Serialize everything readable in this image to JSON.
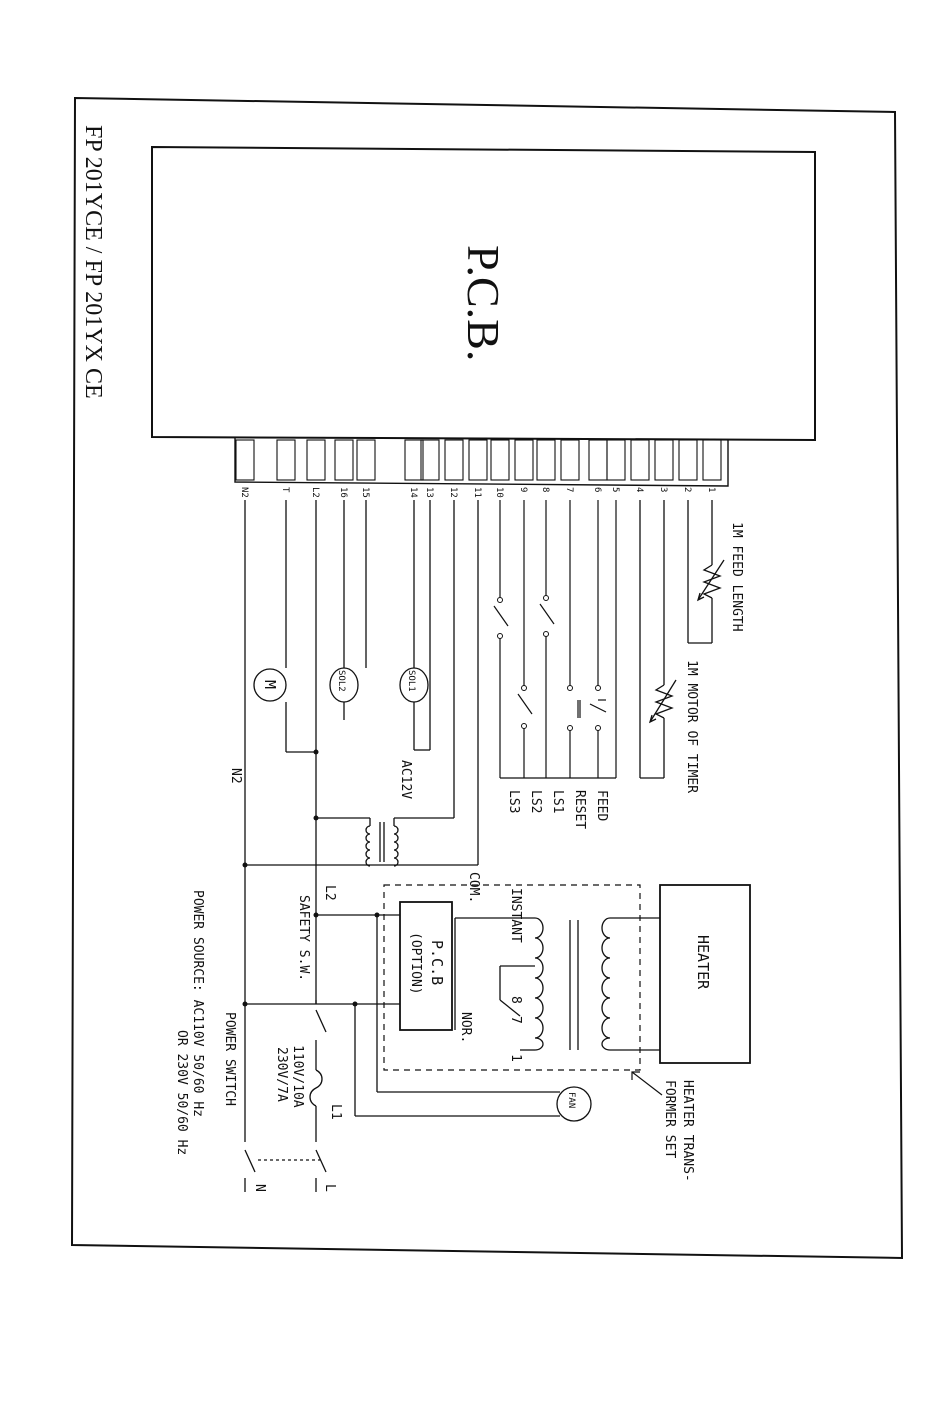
{
  "title": "FP 201YCE / FP 201YX CE",
  "pcb_label": "P.C.B.",
  "pins": [
    "1",
    "2",
    "3",
    "4",
    "5",
    "6",
    "7",
    "8",
    "9",
    "10",
    "11",
    "12",
    "13",
    "14",
    "15",
    "16",
    "L2",
    "T",
    "N2"
  ],
  "labels": {
    "feed_length": "1M FEED LENGTH",
    "motor_timer": "1M MOTOR OF TIMER",
    "feed": "FEED",
    "reset": "RESET",
    "ls1": "LS1",
    "ls2": "LS2",
    "ls3": "LS3",
    "ac12v": "AC12V",
    "n2": "N2",
    "l2": "L2",
    "com": "COM.",
    "instant": "INSTANT",
    "nor": "NOR.",
    "tap8": "8",
    "tap7": "7",
    "tap1": "1",
    "safety_sw": "SAFETY S.W.",
    "l1": "L1",
    "fuse_rating_1": "110V/10A",
    "fuse_rating_2": "230V/7A",
    "line_l": "L",
    "line_n": "N",
    "power_switch": "POWER SWITCH",
    "power_source_1": "POWER SOURCE: AC110V 50/60 Hz",
    "power_source_2": "OR 230V 50/60 Hz",
    "heater_set_1": "HEATER TRANS-",
    "heater_set_2": "FORMER SET"
  },
  "components": {
    "heater": "HEATER",
    "pcb_option_1": "P.C.B",
    "pcb_option_2": "(OPTION)",
    "fan": "FAN",
    "motor": "M",
    "sol1": "SOL1",
    "sol2": "SOL2"
  }
}
